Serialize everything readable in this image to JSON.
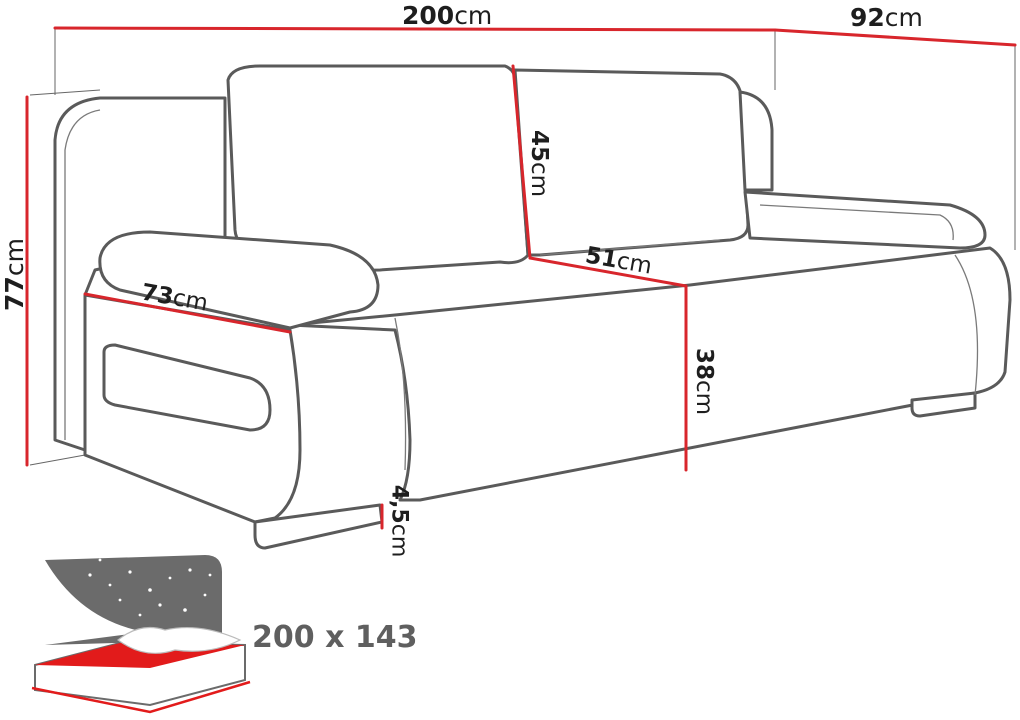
{
  "diagram": {
    "subject": "Sofa bed dimension drawing",
    "colors": {
      "outline": "#5a5a5a",
      "dimension_line": "#d8262c",
      "text": "#1e1e1e",
      "icon_gray": "#6b6b6b",
      "icon_red": "#e21b1b"
    },
    "dimensions": {
      "width": {
        "value": "200",
        "unit": "cm"
      },
      "depth": {
        "value": "92",
        "unit": "cm"
      },
      "height": {
        "value": "77",
        "unit": "cm"
      },
      "backrest_height": {
        "value": "45",
        "unit": "cm"
      },
      "seat_depth": {
        "value": "51",
        "unit": "cm"
      },
      "armrest_length": {
        "value": "73",
        "unit": "cm"
      },
      "seat_height": {
        "value": "38",
        "unit": "cm"
      },
      "leg_height": {
        "value": "4,5",
        "unit": "cm"
      }
    },
    "sleeping_area": {
      "icon": "bed-icon",
      "label": "200 x 143"
    }
  }
}
